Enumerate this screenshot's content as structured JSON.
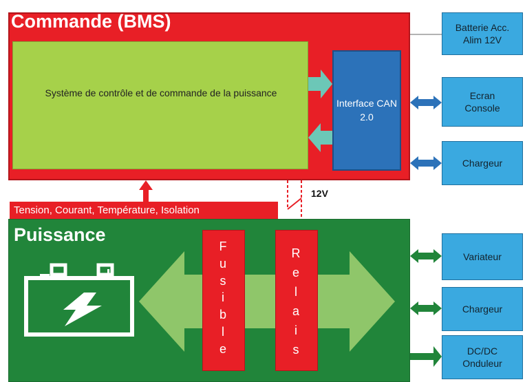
{
  "bms": {
    "title": "Commande (BMS)",
    "control_text": "Système de contrôle et de commande de la puissance",
    "can_interface": "Interface CAN 2.0"
  },
  "power": {
    "title": "Puissance",
    "sensor_label": "Tension, Courant, Température, Isolation",
    "supply_label": "12V",
    "fuse_letters": [
      "F",
      "u",
      "s",
      "i",
      "b",
      "l",
      "e"
    ],
    "relay_letters": [
      "R",
      "e",
      "l",
      "a",
      "i",
      "s"
    ]
  },
  "peripherals": {
    "battery": [
      "Batterie Acc.",
      "Alim 12V"
    ],
    "screen": [
      "Ecran",
      "Console"
    ],
    "charger_top": "Chargeur",
    "variator": "Variateur",
    "charger_bottom": "Chargeur",
    "dcdc": [
      "DC/DC",
      "Onduleur"
    ]
  },
  "colors": {
    "bms_red": "#e81f26",
    "control_green": "#a6d14a",
    "can_blue": "#2c72b9",
    "power_green": "#21853a",
    "peripheral_blue": "#3aa9e0",
    "arrow_teal": "#6cc7b7",
    "arrow_light_green": "#8fc66a"
  },
  "icons": [
    "battery-icon",
    "lightning-icon"
  ]
}
